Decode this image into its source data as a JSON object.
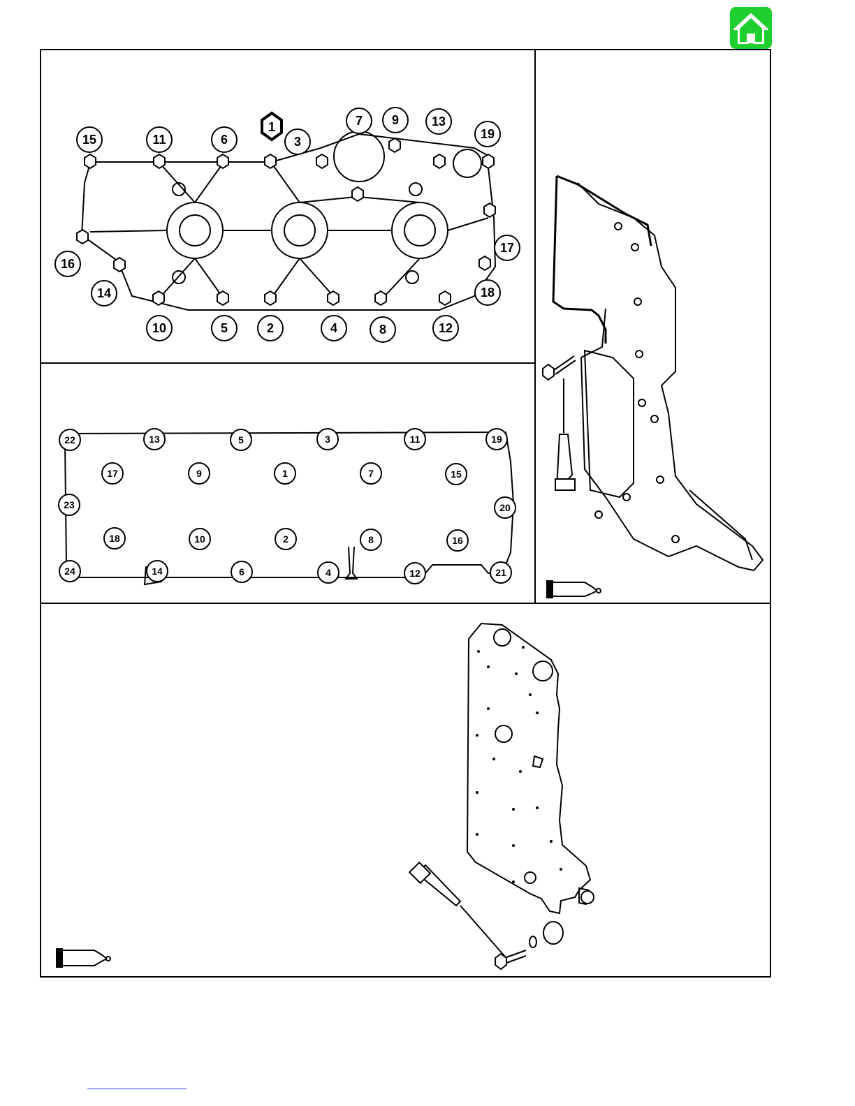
{
  "colors": {
    "home_bg": "#1fcf2f",
    "ink": "#000000",
    "link": "#2b3ac8"
  },
  "icons": {
    "home": "home-icon",
    "sealant": "sealant-tube-icon"
  },
  "top_diagram": {
    "labels": [
      "1",
      "2",
      "3",
      "4",
      "5",
      "6",
      "7",
      "8",
      "9",
      "10",
      "11",
      "12",
      "13",
      "14",
      "15",
      "16",
      "17",
      "18",
      "19"
    ]
  },
  "middle_diagram": {
    "labels": [
      "1",
      "2",
      "3",
      "4",
      "5",
      "6",
      "7",
      "8",
      "9",
      "10",
      "11",
      "12",
      "13",
      "14",
      "15",
      "16",
      "17",
      "18",
      "19",
      "20",
      "21",
      "22",
      "23",
      "24"
    ]
  }
}
